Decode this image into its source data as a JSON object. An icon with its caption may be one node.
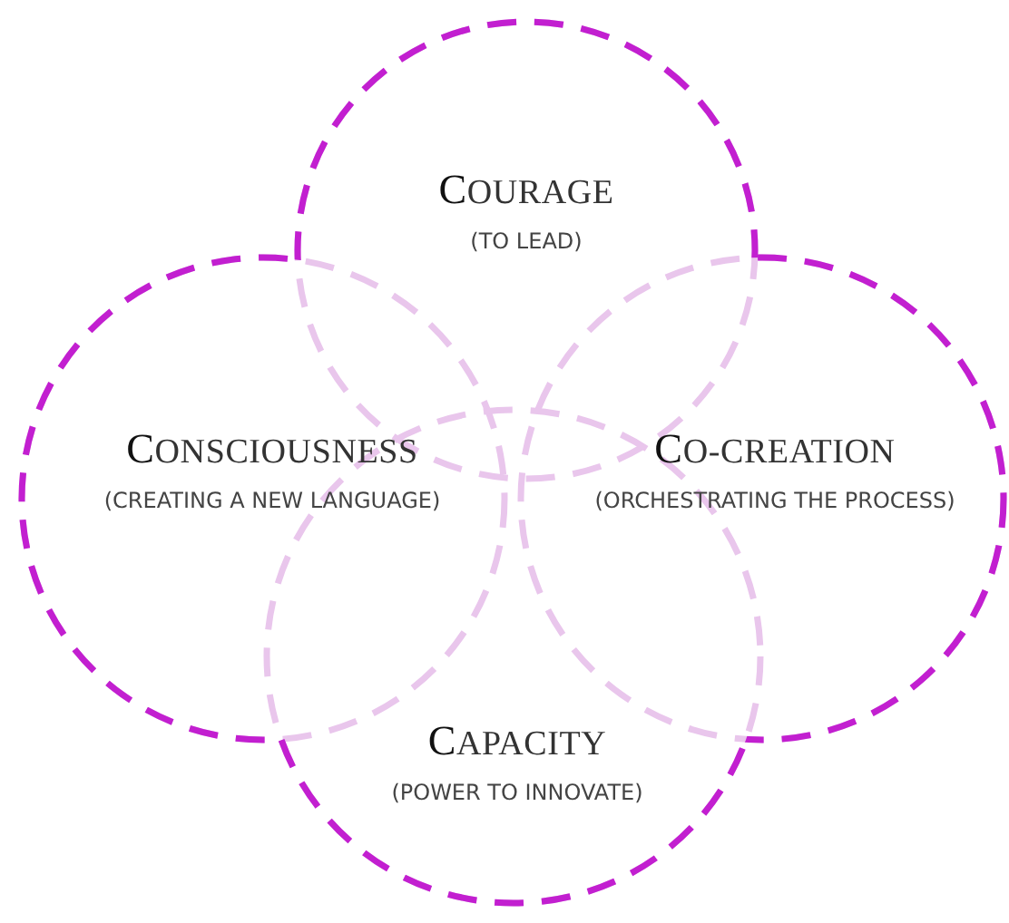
{
  "diagram": {
    "nodes": [
      {
        "text": [
          "COURAGE",
          "(TO LEAD)"
        ]
      },
      {
        "text": [
          "CONSCIOUSNESS",
          "(CREATING A NEW LANGUAGE)"
        ]
      },
      {
        "text": [
          "CO-CREATION",
          "(ORCHESTRATING THE PROCESS)"
        ]
      },
      {
        "text": [
          "CAPACITY",
          "(POWER TO INNOVATE)"
        ]
      }
    ]
  }
}
